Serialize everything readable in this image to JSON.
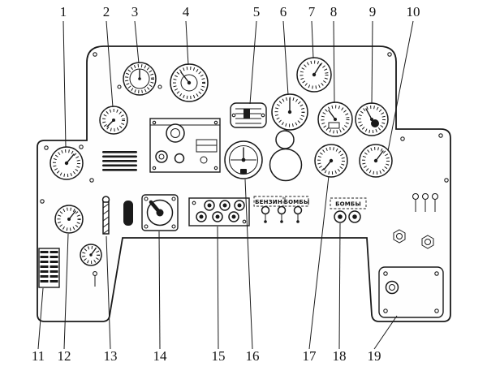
{
  "diagram": {
    "kind": "aircraft-instrument-panel-line-drawing",
    "ink_color": "#1a1a1a",
    "paper_color": "#ffffff"
  },
  "callouts": [
    "1",
    "2",
    "3",
    "4",
    "5",
    "6",
    "7",
    "8",
    "9",
    "10",
    "11",
    "12",
    "13",
    "14",
    "15",
    "16",
    "17",
    "18",
    "19"
  ],
  "panel_labels": {
    "fuel": "БЕНЗИН",
    "bombs_toggles": "БОМБЫ",
    "bombs_buttons": "БОМБЫ"
  }
}
